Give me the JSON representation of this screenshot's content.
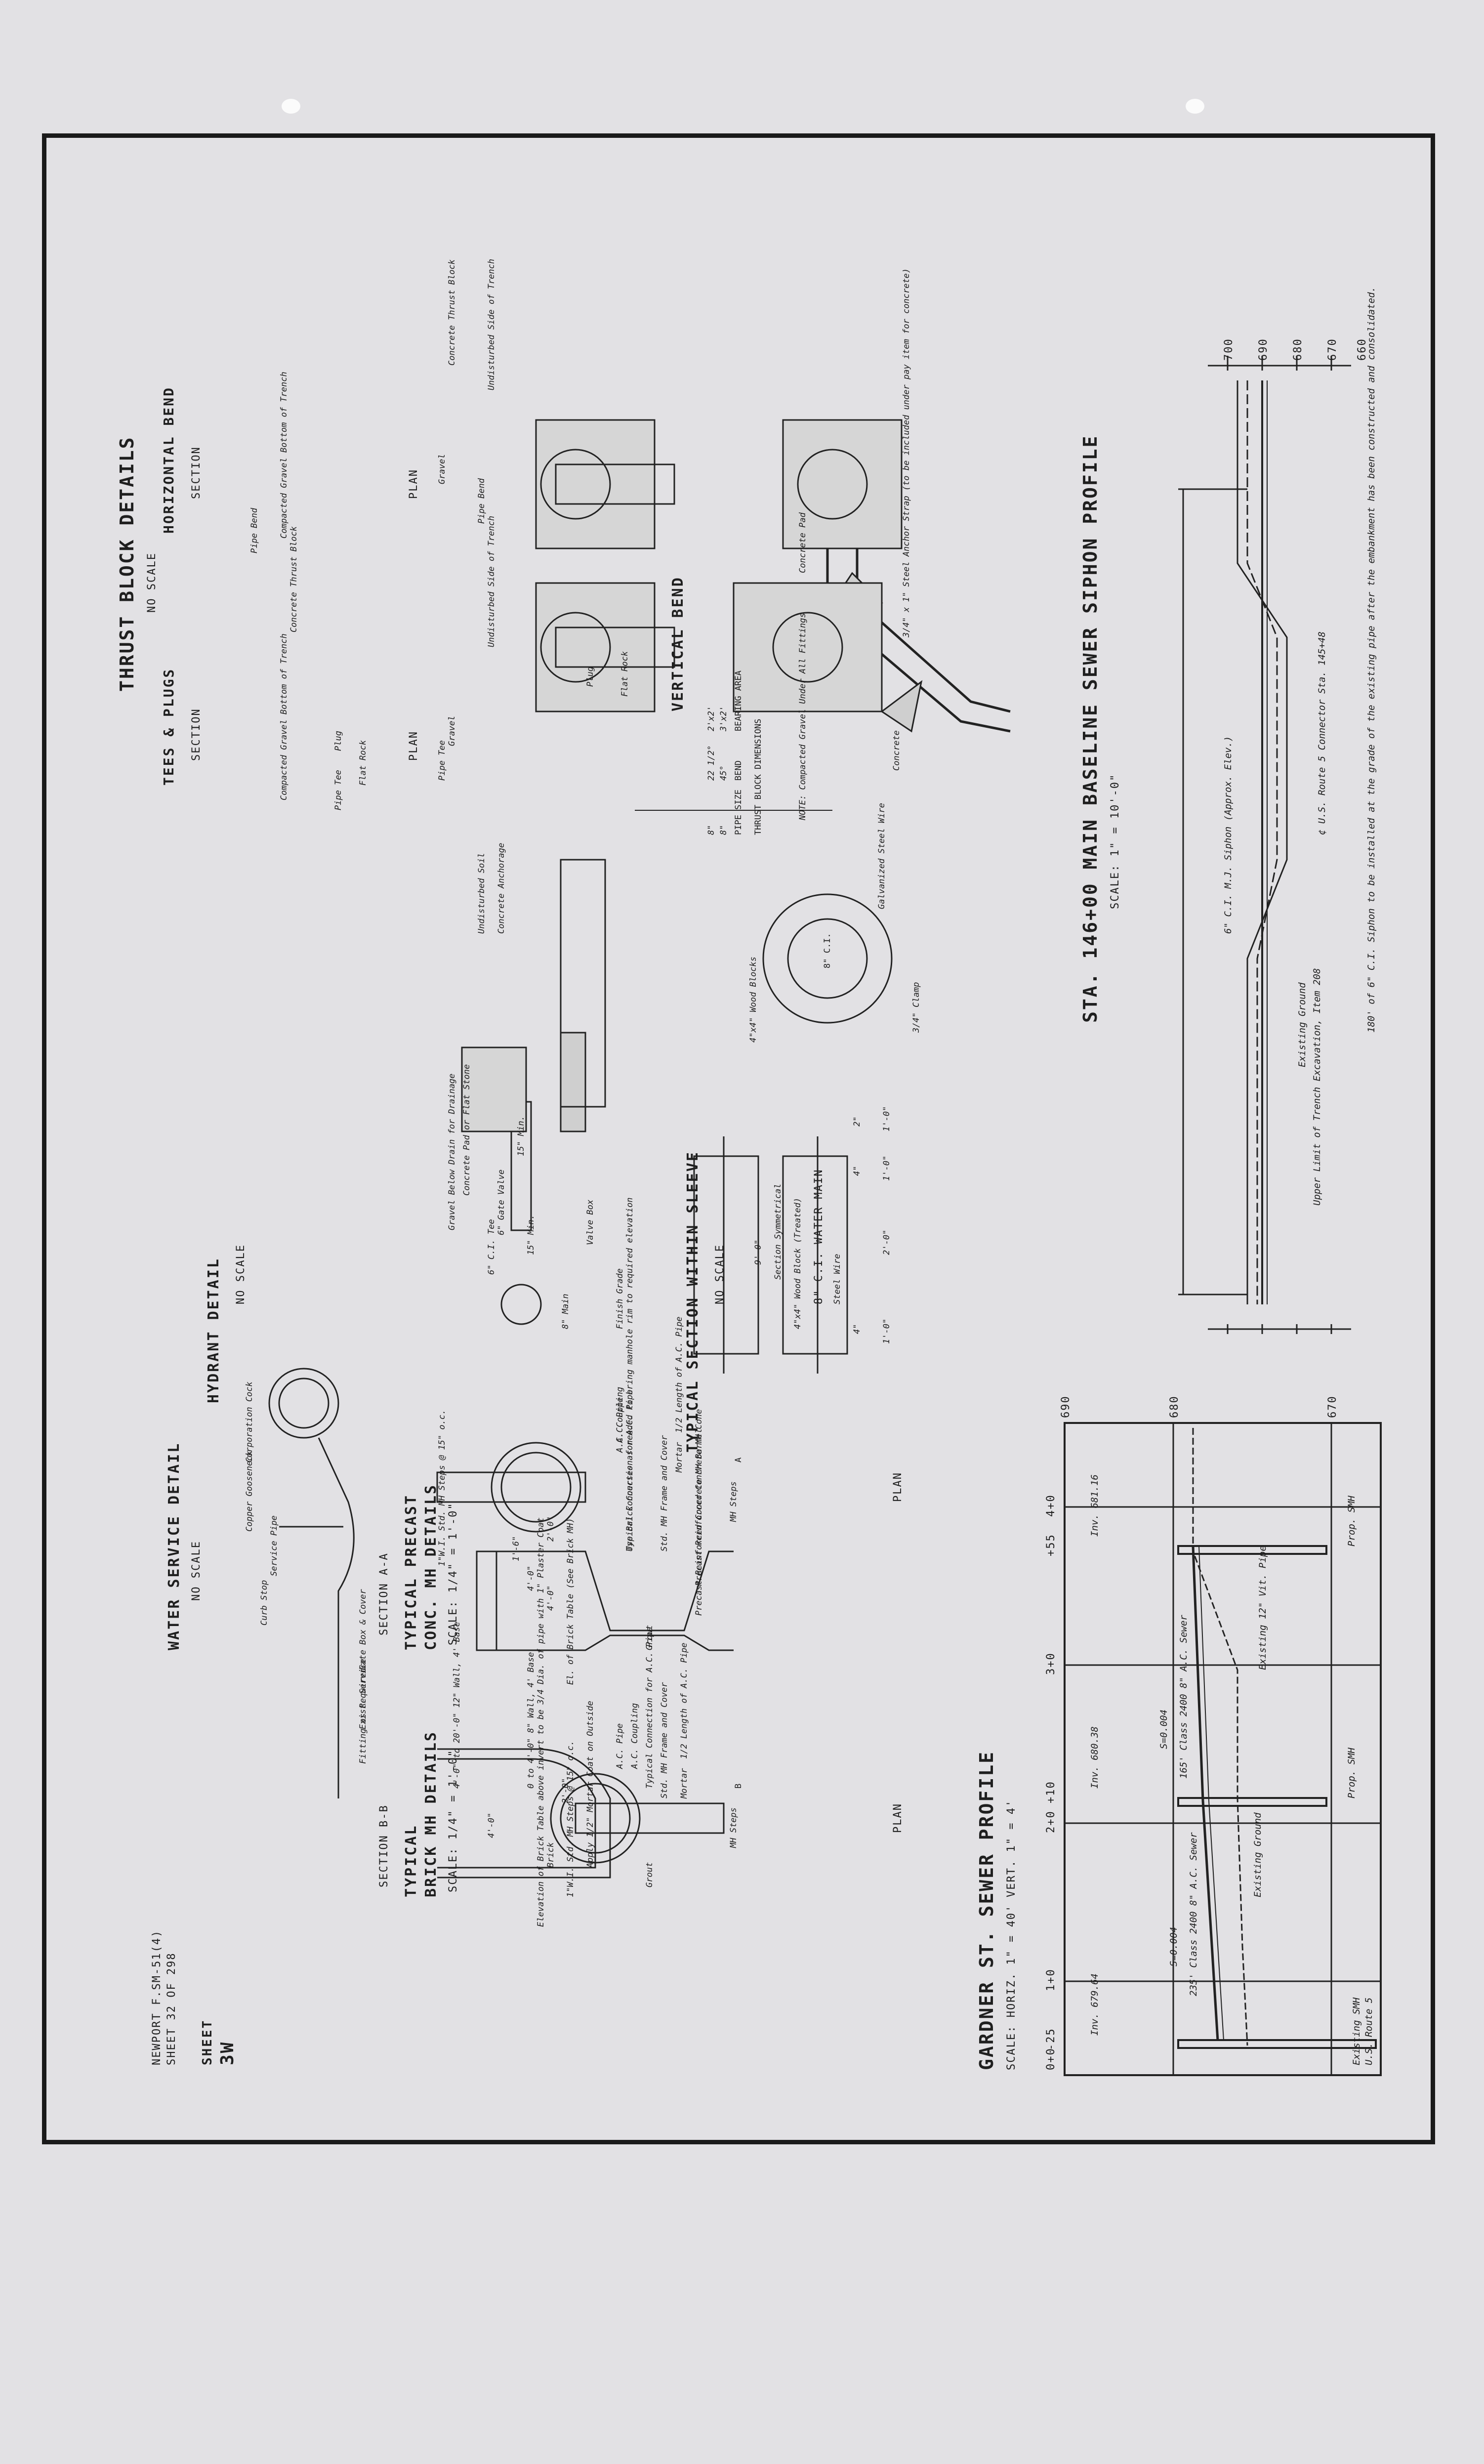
{
  "sheet": {
    "number_label": "SHEET",
    "number": "3W",
    "project": "NEWPORT F.SM-51(4)",
    "sheet_of": "SHEET 32 OF 298"
  },
  "siphon_profile": {
    "title": "STA. 146+00 MAIN BASELINE SEWER SIPHON PROFILE",
    "scale": "SCALE: 1\" = 10'-0\"",
    "elevations": [
      "700",
      "690",
      "680",
      "670",
      "660"
    ],
    "note_siphon": "180' of 6\" C.I. Siphon to be installed at the grade of the existing pipe after the embankment has been constructed and consolidated.",
    "note_route": "¢ U.S. Route 5 Connector Sta. 145+48",
    "label_siphon": "6\" C.I. M.J. Siphon (Approx. Elev.)",
    "label_ground": "Existing Ground",
    "label_trench": "Upper Limit of Trench Excavation, Item 208"
  },
  "gardner_profile": {
    "title": "GARDNER ST. SEWER PROFILE",
    "scale_h": "SCALE: HORIZ. 1\" = 40'",
    "scale_v": "VERT. 1\" = 4'",
    "elevations": [
      "690",
      "680",
      "670"
    ],
    "stations": [
      "4+0",
      "3+0",
      "2+0",
      "1+0",
      "0+0"
    ],
    "pluses": [
      "+55",
      "+10",
      "-25"
    ],
    "prop_smh_1": "Prop. SMH",
    "prop_smh_2": "Prop. SMH",
    "existing_smh": "Existing SMH",
    "existing_smh_route": "U.S. Route 5",
    "inv_1": "Inv. 681.16",
    "inv_2": "Inv. 680.38",
    "inv_3": "Inv. 679.64",
    "sewer_1": "165' Class 2400 8\" A.C. Sewer",
    "slope_1": "S=0.004",
    "sewer_2": "235' Class 2400 8\" A.C. Sewer",
    "slope_2": "S=0.004",
    "existing_ground": "Existing Ground",
    "existing_sewer": "Existing 12\" Vit. Pipe"
  },
  "vertical_bend": {
    "title": "VERTICAL BEND",
    "strap": "3/4\" x 1\" Steel Anchor Strap (to be included under pay item for concrete)",
    "pad": "Concrete Pad",
    "concrete": "Concrete",
    "note": "NOTE: Compacted Gravel Under All Fittings",
    "table_title": "THRUST BLOCK DIMENSIONS",
    "table_headers": [
      "PIPE SIZE",
      "BEND",
      "BEARING AREA"
    ],
    "table_rows": [
      [
        "8\"",
        "45°",
        "3'x2'"
      ],
      [
        "8\"",
        "22 1/2°",
        "2'x2'"
      ]
    ]
  },
  "thrust_block": {
    "title": "THRUST BLOCK DETAILS",
    "scale": "NO SCALE",
    "horizontal_bend": "HORIZONTAL BEND",
    "tees_plugs": "TEES & PLUGS",
    "plan": "PLAN",
    "section": "SECTION",
    "undisturbed": "Undisturbed Side of Trench",
    "concrete_thrust_block": "Concrete Thrust Block",
    "gravel": "Gravel",
    "pipe_bend": "Pipe Bend",
    "pipe_tee": "Pipe Tee",
    "plug": "Plug",
    "flat_rock": "Flat Rock",
    "compacted_gravel": "Compacted Gravel Bottom of Trench"
  },
  "sleeve": {
    "title": "TYPICAL SECTION WITHIN SLEEVE",
    "scale": "NO SCALE",
    "clamp": "3/4\" Clamp",
    "galvanized_wire": "Galvanized Steel Wire",
    "wood_blocks": "4\"x4\" Wood Blocks",
    "pipe": "8\" C.I.",
    "water_main": "8\" C.I. WATER MAIN",
    "steel_wire": "Steel Wire",
    "wood_block_treated": "4\"x4\" Wood Block (Treated)",
    "section_symmetrical": "Section Symmetrical",
    "dims": [
      "1'-0\"",
      "1'-0\"",
      "2'-0\"",
      "1'-0\"",
      "9'-0\"",
      "2\"",
      "4\"",
      "4\""
    ]
  },
  "hydrant": {
    "title": "HYDRANT DETAIL",
    "scale": "NO SCALE",
    "anchorage": "Concrete Anchorage",
    "soil": "Undisturbed Soil",
    "pad": "Concrete Pad or Flat Stone",
    "gravel": "Gravel Below Drain for Drainage",
    "valve": "6\" Gate Valve",
    "tee": "6\" C.I. Tee",
    "valve_box": "Valve Box",
    "finish_grade": "Finish Grade",
    "main": "8\" Main",
    "min1": "15\" Min.",
    "min2": "15\" Min."
  },
  "precast_mh": {
    "title1": "TYPICAL PRECAST",
    "title2": "CONC. MH DETAILS",
    "scale": "SCALE: 1/4\" = 1'-0\"",
    "plan": "PLAN",
    "section": "SECTION A-A",
    "frame": "Std. MH Frame and Cover",
    "grout": "Grout",
    "brick": "Use Brick Courses as needed to bring manhole rim to required elevation",
    "steps": "1\"W.I. Std. MH Steps @ 15\" o.c.",
    "cone": "Precast Reinforced Concrete MH Cone",
    "barrel": "Precast Reinforced Concrete MH Barrel",
    "table": "El. of Brick Table (See Brick MH)",
    "dims": [
      "4'-0\"",
      "2'-0\"",
      "4'-0\"",
      "1'-6\""
    ],
    "pipe_ac": "A.C. Pipe",
    "coupling": "A.C. Coupling",
    "connection": "Typical Connection for A.C. Pipe",
    "length": "1/2 Length of A.C. Pipe",
    "mortar": "Mortar",
    "steps_plan": "MH Steps",
    "a": "A"
  },
  "brick_mh": {
    "title1": "TYPICAL",
    "title2": "BRICK MH DETAILS",
    "scale": "SCALE: 1/4\" = 1'-0\"",
    "plan": "PLAN",
    "section": "SECTION B-B",
    "frame": "Std. MH Frame and Cover",
    "grout": "Grout",
    "mortar_coat": "Apply 1/2\" Mortar Coat on Outside",
    "steps": "1\"W.I. Std. MH Steps @ 15\" o.c.",
    "brick": "Brick",
    "table": "Elevation of Brick Table above invert to be 3/4 Dia. of pipe with 1\" Plaster Coat",
    "walls1": "4'-0\" to 20'-0\" 12\" Wall, 4' Base",
    "walls2": "0 to 4'-0\" 8\" Wall, 4' Base",
    "dims": [
      "2'-0\"",
      "4'-0\""
    ],
    "pipe_ac": "A.C. Pipe",
    "coupling": "A.C. Coupling",
    "connection": "Typical Connection for A.C. Pipe",
    "length": "1/2 Length of A.C. Pipe",
    "mortar": "Mortar",
    "steps_plan": "MH Steps",
    "b": "B"
  },
  "water_service": {
    "title": "WATER SERVICE DETAIL",
    "scale": "NO SCALE",
    "corporation": "Corporation Cock",
    "gooseneck": "Copper Gooseneck",
    "service_pipe": "Service Pipe",
    "curb_stop": "Curb Stop",
    "gate_box": "Gate Box & Cover",
    "existing": "Exist. Service",
    "fitting": "Fitting as Required"
  }
}
